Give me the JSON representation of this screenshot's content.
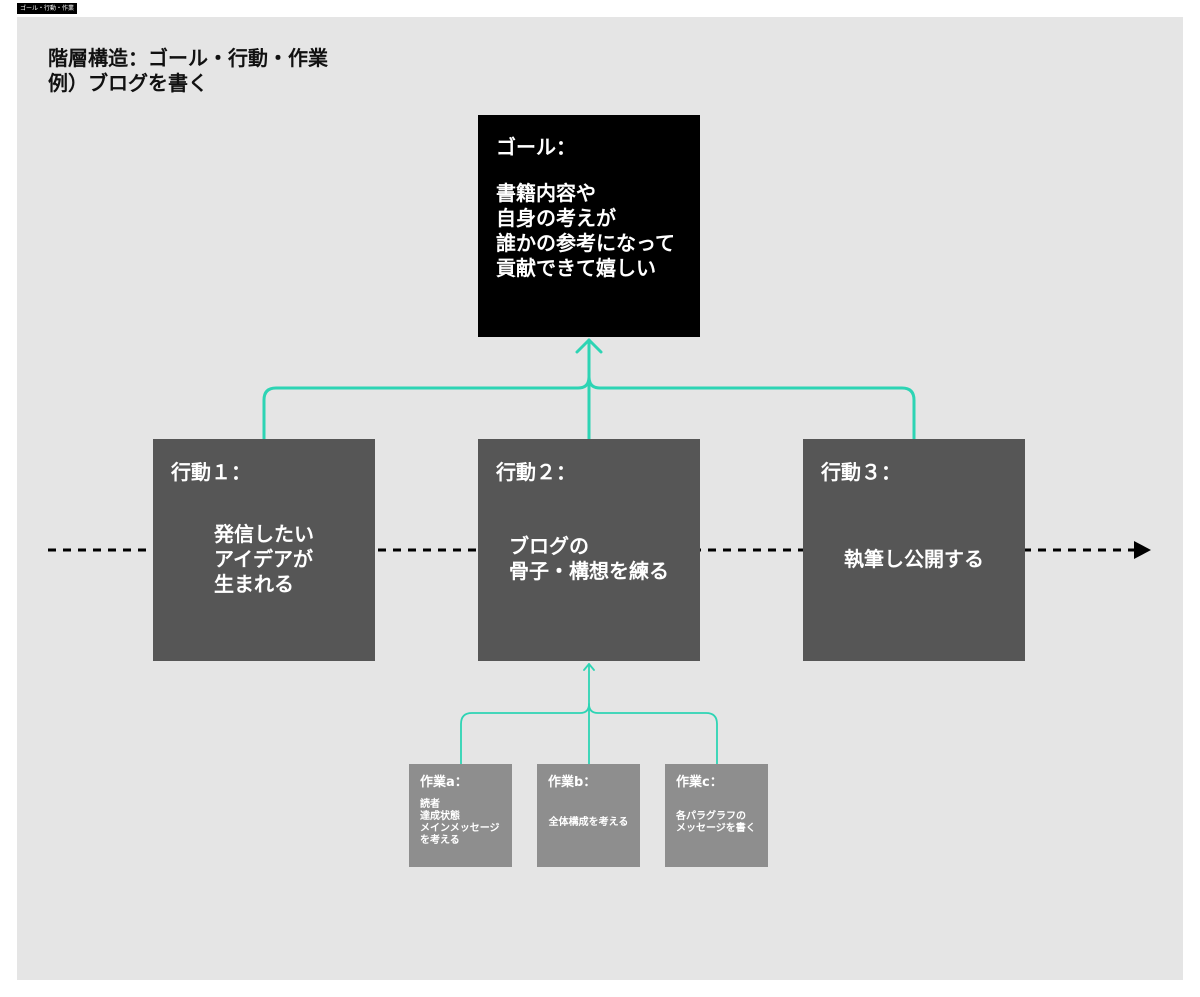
{
  "frame": {
    "tag": "ゴール・行動・作業"
  },
  "heading": {
    "line1": "階層構造：ゴール・行動・作業",
    "line2": "例）ブログを書く"
  },
  "goal": {
    "label": "ゴール：",
    "lines": [
      "書籍内容や",
      "自身の考えが",
      "誰かの参考になって",
      "貢献できて嬉しい"
    ]
  },
  "actions": [
    {
      "label": "行動１：",
      "lines": [
        "発信したい",
        "アイデアが",
        "生まれる"
      ]
    },
    {
      "label": "行動２：",
      "lines": [
        "ブログの",
        "骨子・構想を練る"
      ]
    },
    {
      "label": "行動３：",
      "lines": [
        "執筆し公開する"
      ]
    }
  ],
  "tasks": [
    {
      "label": "作業a：",
      "lines": [
        "読者",
        "達成状態",
        "メインメッセージ",
        "を考える"
      ]
    },
    {
      "label": "作業b：",
      "lines": [
        "全体構成を考える"
      ]
    },
    {
      "label": "作業c：",
      "lines": [
        "各パラグラフの",
        "メッセージを書く"
      ]
    }
  ],
  "colors": {
    "connector": "#2dd4b4",
    "goal_fill": "#000000",
    "action_fill": "#565656",
    "task_fill": "#8e8e8e",
    "canvas": "#e5e5e5"
  }
}
